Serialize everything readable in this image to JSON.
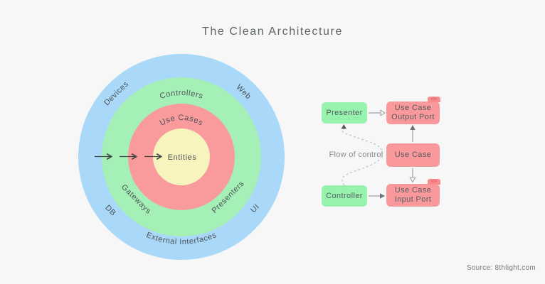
{
  "title": "The Clean Architecture",
  "source": "Source: 8thlight.com",
  "colors": {
    "background": "#f7f7f7",
    "ring_outer_blue": "#a9d8f8",
    "ring_green": "#a5f0b7",
    "ring_red": "#f99b9c",
    "ring_center_yellow": "#f7f5bd",
    "box_green": "#97f2ae",
    "box_red": "#f9999b",
    "badge_red": "#f98a8d",
    "label_text": "#4c5257",
    "muted_text": "#85898c",
    "connector_gray": "#9aa0a4",
    "arrow_dark": "#3f4449"
  },
  "rings_diagram": {
    "center_label": "Entities",
    "layer_labels": {
      "controllers": "Controllers",
      "use_cases": "Use Cases",
      "gateways": "Gateways",
      "presenters": "Presenters"
    },
    "outer_labels": {
      "devices": "Devices",
      "web": "Web",
      "db": "DB",
      "ui": "UI",
      "external_interfaces": "External Interfaces"
    }
  },
  "flow_diagram": {
    "flow_label": "Flow of control",
    "interface_badge": "<I>",
    "boxes": {
      "presenter": "Presenter",
      "controller": "Controller",
      "use_case": "Use Case",
      "use_case_output_port": "Use Case\nOutput Port",
      "use_case_input_port": "Use Case\nInput Port"
    }
  }
}
